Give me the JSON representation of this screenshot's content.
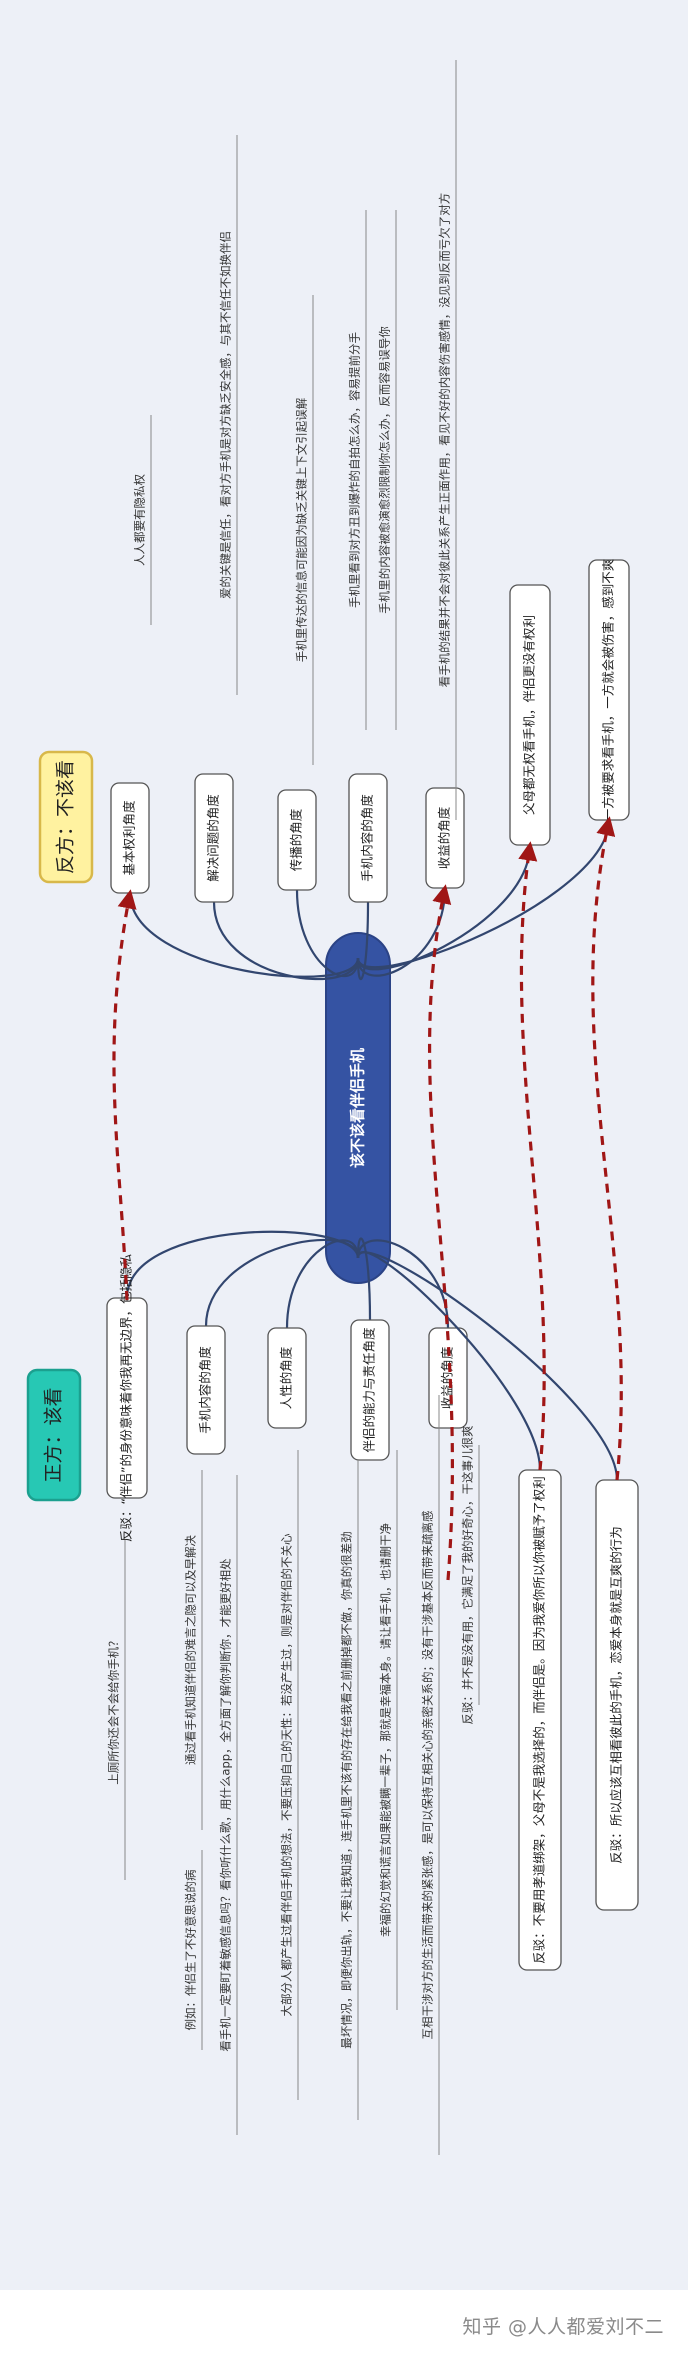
{
  "center": {
    "label": "该不该看伴侣手机"
  },
  "con_side": {
    "title": "反方：不该看",
    "branches": [
      {
        "label": "基本权利角度",
        "notes": [
          "人人都要有隐私权"
        ]
      },
      {
        "label": "解决问题的角度",
        "notes": [
          "爱的关键是信任，看对方手机是对方缺乏安全感，与其不信任不如换伴侣"
        ]
      },
      {
        "label": "传播的角度",
        "notes": [
          "手机里传达的信息可能因为缺乏关键上下文引起误解"
        ]
      },
      {
        "label": "手机内容的角度",
        "notes": [
          "手机里看到对方丑到爆炸的自拍怎么办，容易提前分手",
          "手机里的内容被愈演愈烈限制你怎么办，反而容易误导你"
        ]
      },
      {
        "label": "收益的角度",
        "notes": [
          "看手机的结果并不会对彼此关系产生正面作用，看见不好的内容伤害感情，没见到反而亏欠了对方"
        ]
      },
      {
        "label": "父母都无权看手机，伴侣更没有权利",
        "notes": []
      },
      {
        "label": "一方被要求看手机，一方就会被伤害，感到不爽",
        "notes": []
      }
    ]
  },
  "pro_side": {
    "title": "正方：该看",
    "branches": [
      {
        "label": "反驳：“伴侣”的身份意味着你我再无边界，包括隐私",
        "notes": [
          "上厕所你还会不会给你手机？"
        ]
      },
      {
        "label": "手机内容的角度",
        "notes": [
          "例如：伴侣生了不好意思说的病",
          "通过看手机知道伴侣的难言之隐可以及早解决",
          "看手机一定要盯着敏感信息吗？看你听什么歌，用什么app，全方面了解你判断你，才能更好相处"
        ]
      },
      {
        "label": "人性的角度",
        "notes": [
          "大部分人都产生过看伴侣手机的想法，不要压抑自己的天性：若没产生过，则是对伴侣的不关心"
        ]
      },
      {
        "label": "伴侣的能力与责任角度",
        "notes": [
          "最坏情况，即便你出轨，不要让我知道，连手机里不该有的存在给我看之前删掉都不做，你真的很差劲",
          "幸福的幻觉和谎言如果能被瞒一辈子，那就是幸福本身。请让看手机，也请删干净"
        ]
      },
      {
        "label": "收益的角度",
        "notes": [
          "互相干涉对方的生活而带来的紧张感，是可以保持互相关心的亲密关系的；没有干涉基本反而带来疏离感",
          "反驳：并不是没有用，它满足了我的好奇心，干这事儿很爽"
        ]
      },
      {
        "label": "反驳：不要用孝道绑架，父母不是我选择的，而伴侣是。因为我爱你所以你被赋予了权利",
        "notes": []
      },
      {
        "label": "反驳：所以应该互相看彼此的手机，恋爱本身就是互爽的行为",
        "notes": []
      }
    ]
  },
  "footer": {
    "watermark": "知乎 @人人都爱刘不二"
  }
}
